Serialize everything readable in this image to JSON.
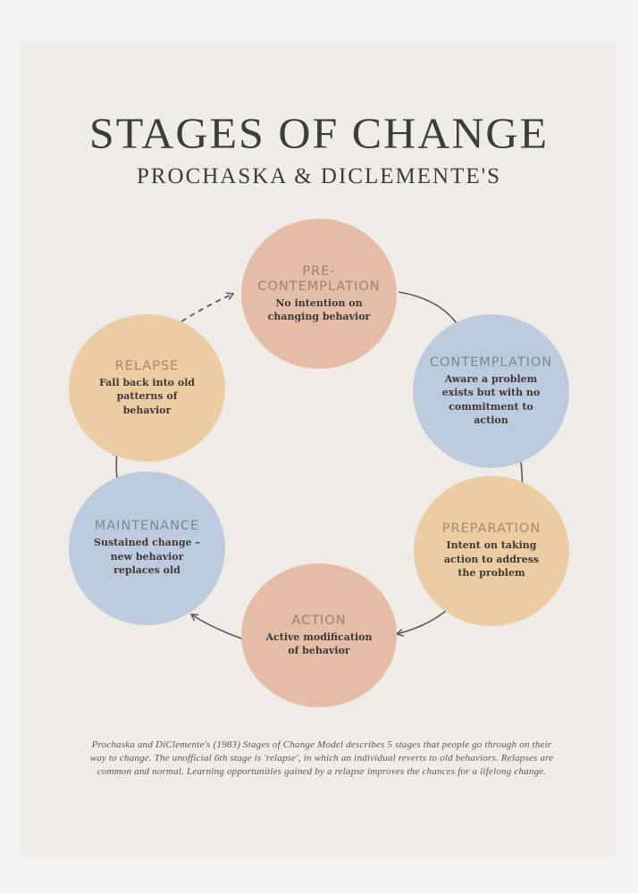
{
  "header": {
    "title": "STAGES OF CHANGE",
    "subtitle": "PROCHASKA & DICLEMENTE'S"
  },
  "stages": [
    {
      "name_line1": "PRE-",
      "name_line2": "CONTEMPLATION",
      "description": "No intention on changing behavior",
      "color": "#e5bca6"
    },
    {
      "name": "CONTEMPLATION",
      "description": "Aware a problem exists but with no commitment to action",
      "color": "#bccbde"
    },
    {
      "name": "PREPARATION",
      "description": "Intent on taking action to address the problem",
      "color": "#ebcca3"
    },
    {
      "name": "ACTION",
      "description": "Active modification of behavior",
      "color": "#e5bca6"
    },
    {
      "name": "MAINTENANCE",
      "description": "Sustained change – new behavior replaces old",
      "color": "#bccbde"
    },
    {
      "name": "RELAPSE",
      "description": "Fall back into old patterns of behavior",
      "color": "#ebcca3"
    }
  ],
  "footer": {
    "text": "Prochaska and DiClemente's (1983) Stages of Change Model describes 5 stages that people go through on their way to change. The unofficial 6th stage is 'relapse', in which an individual reverts to old behaviors. Relapses are common and normal. Learning opportunities gained by a relapse improves the chances for a lifelong change."
  },
  "colors": {
    "background": "#efebe7",
    "peach": "#e5bca6",
    "blue": "#bccbde",
    "sand": "#ebcca3",
    "text": "#3e3c3a",
    "arrow": "#5a5856"
  }
}
